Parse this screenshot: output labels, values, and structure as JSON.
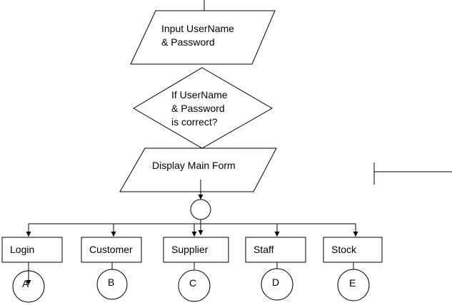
{
  "flowchart": {
    "input": {
      "line1": "Input UserName",
      "line2": "& Password"
    },
    "decision": {
      "line1": "If UserName",
      "line2": "& Password",
      "line3": "is correct?"
    },
    "display": {
      "label": "Display Main Form"
    },
    "modules": [
      {
        "label": "Login",
        "connector": "A"
      },
      {
        "label": "Customer",
        "connector": "B"
      },
      {
        "label": "Supplier",
        "connector": "C"
      },
      {
        "label": "Staff",
        "connector": "D"
      },
      {
        "label": "Stock",
        "connector": "E"
      }
    ]
  },
  "colors": {
    "stroke": "#000000",
    "background": "#ffffff"
  }
}
